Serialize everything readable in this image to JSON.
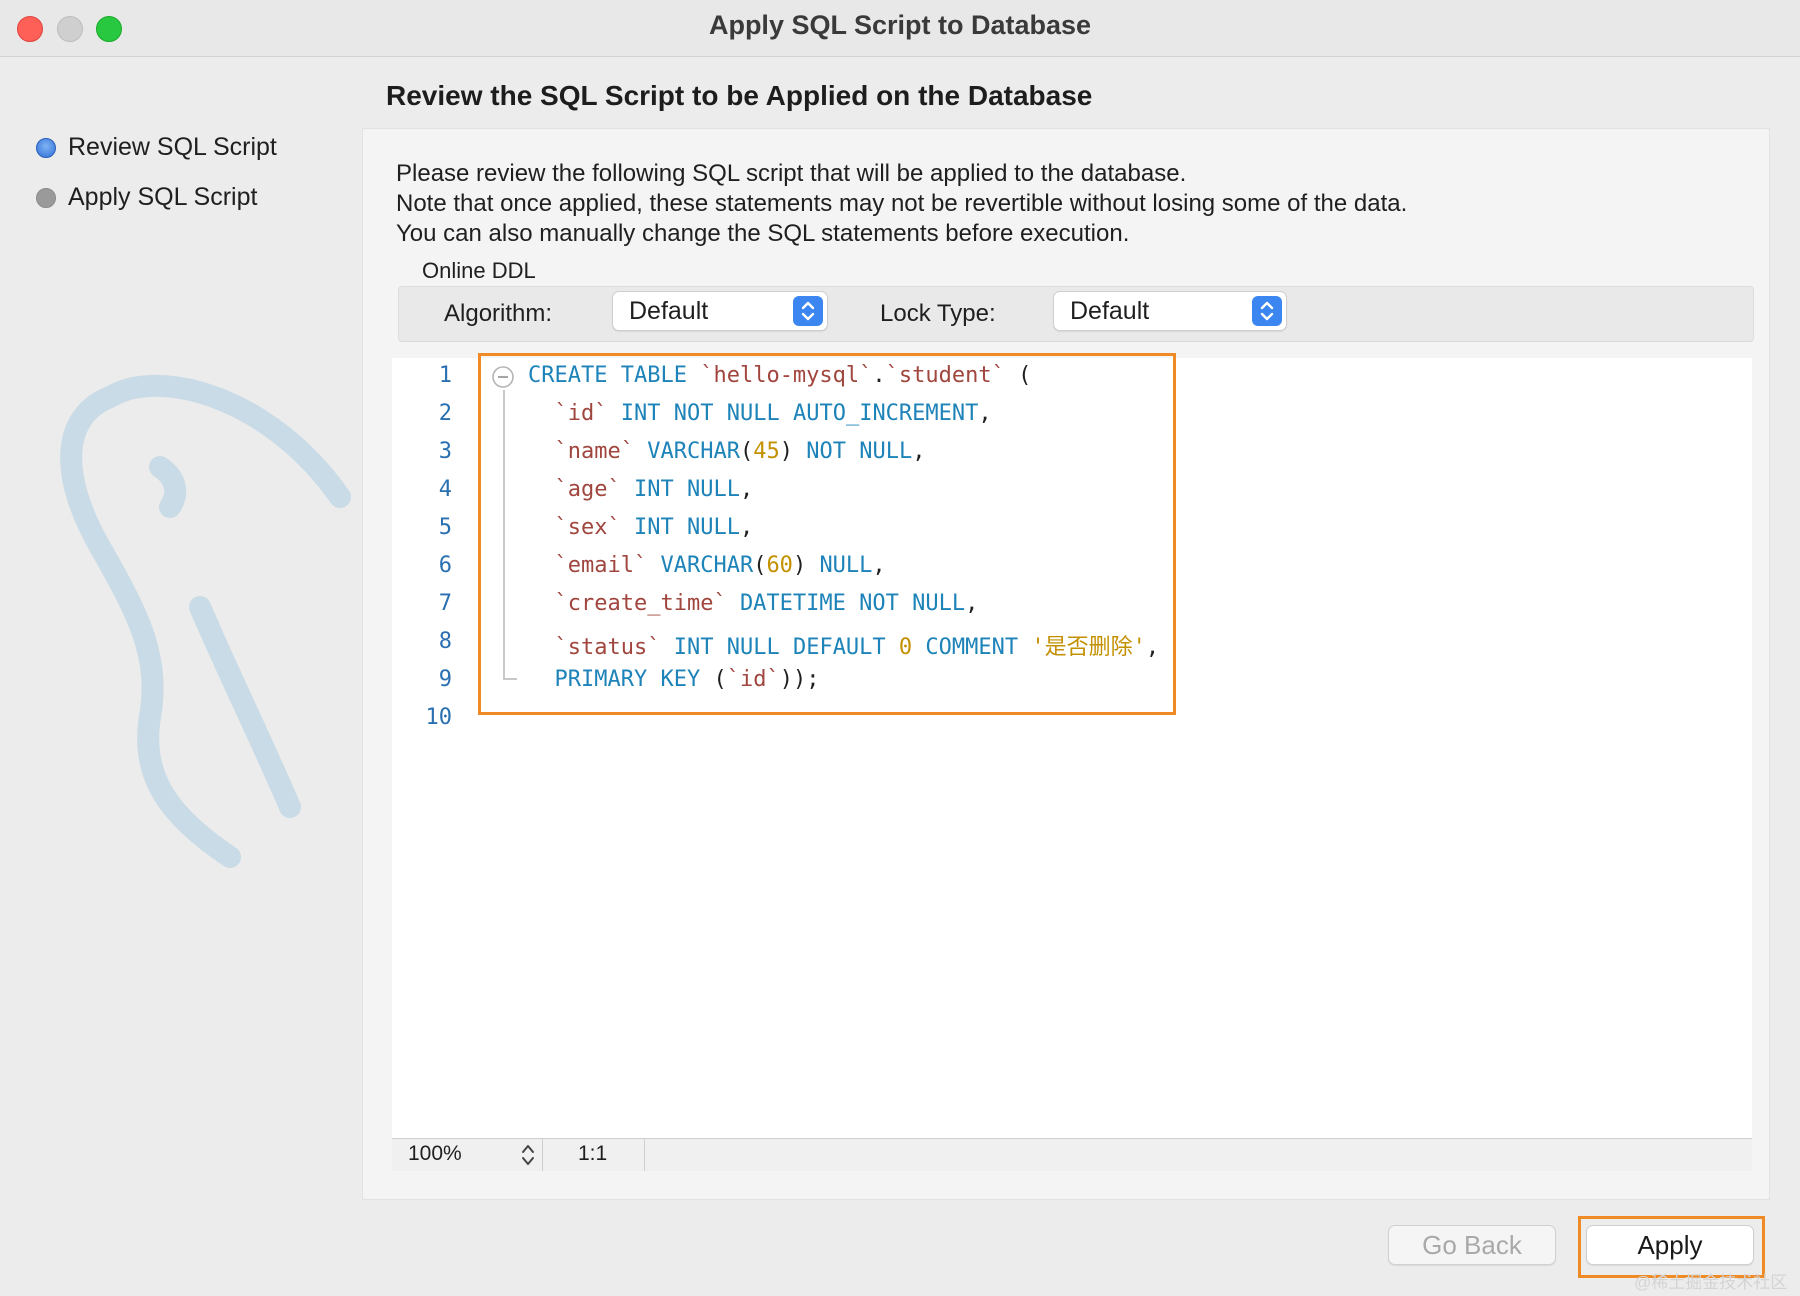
{
  "window": {
    "title": "Apply SQL Script to Database"
  },
  "sidebar": {
    "steps": [
      {
        "label": "Review SQL Script",
        "active": true
      },
      {
        "label": "Apply SQL Script",
        "active": false
      }
    ]
  },
  "main": {
    "title": "Review the SQL Script to be Applied on the Database",
    "description": [
      "Please review the following SQL script that will be applied to the database.",
      "Note that once applied, these statements may not be revertible without losing some of the data.",
      "You can also manually change the SQL statements before execution."
    ],
    "online_ddl": {
      "label": "Online DDL",
      "algorithm_label": "Algorithm:",
      "algorithm_value": "Default",
      "lock_type_label": "Lock Type:",
      "lock_type_value": "Default"
    }
  },
  "editor": {
    "line_numbers": [
      "1",
      "2",
      "3",
      "4",
      "5",
      "6",
      "7",
      "8",
      "9",
      "10"
    ],
    "lines": [
      "CREATE TABLE `hello-mysql`.`student` (",
      "  `id` INT NOT NULL AUTO_INCREMENT,",
      "  `name` VARCHAR(45) NOT NULL,",
      "  `age` INT NULL,",
      "  `sex` INT NULL,",
      "  `email` VARCHAR(60) NULL,",
      "  `create_time` DATETIME NOT NULL,",
      "  `status` INT NULL DEFAULT 0 COMMENT '是否删除',",
      "  PRIMARY KEY (`id`));",
      ""
    ],
    "zoom": "100%",
    "cursor_position": "1:1"
  },
  "buttons": {
    "back_label": "Go Back",
    "apply_label": "Apply"
  },
  "watermark": "@稀土掘金技术社区",
  "colors": {
    "keyword": "#1d83b8",
    "identifier": "#a0463e",
    "number": "#c39000",
    "highlight": "#f08a24"
  }
}
